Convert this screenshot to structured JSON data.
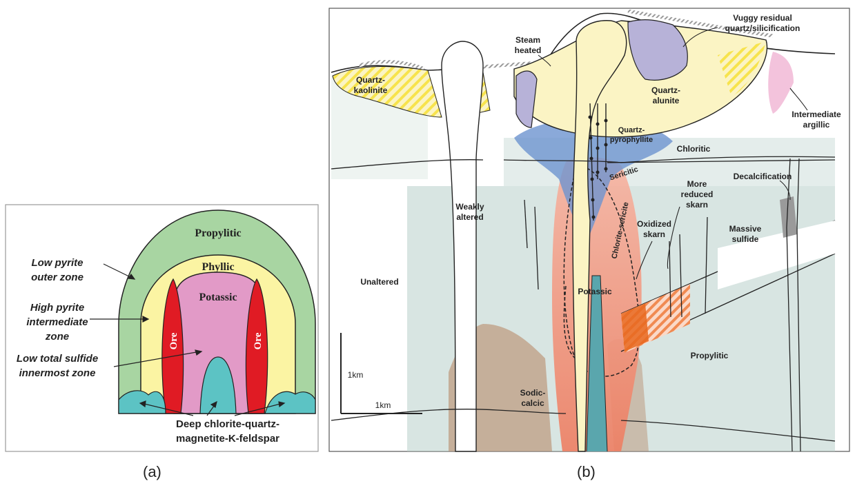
{
  "panel_a": {
    "caption": "(a)",
    "zones": {
      "propylitic": "Propylitic",
      "phyllic": "Phyllic",
      "potassic": "Potassic",
      "ore_left": "Ore",
      "ore_right": "Ore"
    },
    "annotations": {
      "low_pyrite": [
        "Low pyrite",
        "outer zone"
      ],
      "high_pyrite": [
        "High pyrite",
        "intermediate",
        "zone"
      ],
      "low_sulfide": [
        "Low total sulfide",
        "innermost zone"
      ],
      "deep": [
        "Deep chlorite-quartz-",
        "magnetite-K-feldspar"
      ]
    },
    "colors": {
      "propylitic": "#a8d5a2",
      "phyllic": "#fbf4a3",
      "potassic": "#e29ac7",
      "ore": "#e01b24",
      "deep": "#5cc3c4"
    }
  },
  "panel_b": {
    "caption": "(b)",
    "labels": {
      "vuggy": [
        "Vuggy residual",
        "quartz/silicification"
      ],
      "steam": [
        "Steam",
        "heated"
      ],
      "quartz_kaolinite": [
        "Quartz-",
        "kaolinite"
      ],
      "quartz_alunite": [
        "Quartz-",
        "alunite"
      ],
      "intermediate_argillic": [
        "Intermediate",
        "argillic"
      ],
      "quartz_pyrophyllite": [
        "Quartz-",
        "pyrophyllite"
      ],
      "chloritic": "Chloritic",
      "sericitic": "Sericitic",
      "decalcification": "Decalcification",
      "more_reduced_skarn": [
        "More",
        "reduced",
        "skarn"
      ],
      "oxidized_skarn": [
        "Oxidized",
        "skarn"
      ],
      "massive_sulfide": [
        "Massive",
        "sulfide"
      ],
      "weakly_altered": [
        "Weakly",
        "altered"
      ],
      "chlorite_sericite": "Chlorite-sericite",
      "unaltered": "Unaltered",
      "potassic": "Potassic",
      "propylitic": "Propylitic",
      "sodic_calcic": [
        "Sodic-",
        "calcic"
      ]
    },
    "scale": {
      "vertical": "1km",
      "horizontal": "1km"
    },
    "colors": {
      "advanced_argillic": "#fbf4c4",
      "pyrophyllite": "#6d93cf",
      "potassic": "#ef8a6e",
      "propylitic": "#a9c8c0",
      "sodic_calcic": "#b98a6a",
      "vuggy": "#b7b2d8",
      "argillic": "#f2bcd8"
    }
  }
}
